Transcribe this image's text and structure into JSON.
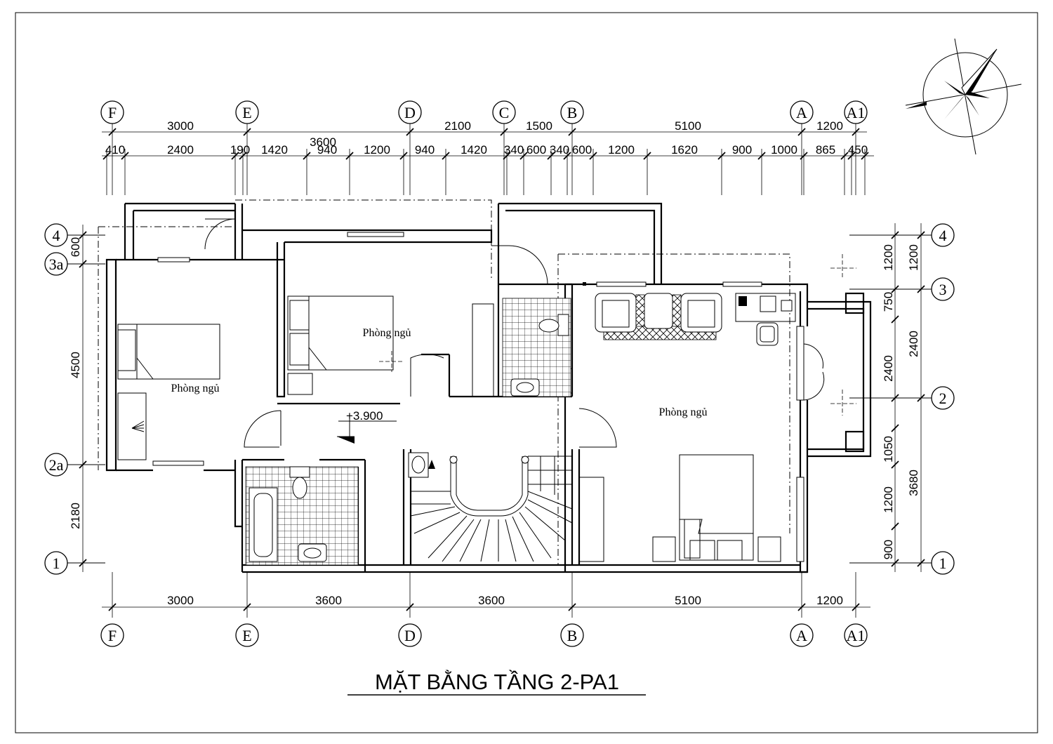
{
  "title": "MẶT BẰNG TẦNG 2-PA1",
  "grid_top": [
    "F",
    "E",
    "D",
    "C",
    "B",
    "A",
    "A1"
  ],
  "grid_bottom": [
    "F",
    "E",
    "D",
    "B",
    "A",
    "A1"
  ],
  "grid_left": [
    "4",
    "3a",
    "2a",
    "1"
  ],
  "grid_right": [
    "4",
    "3",
    "2",
    "1"
  ],
  "dims_top_major": [
    "3000",
    "3600",
    "2100",
    "1500",
    "5100",
    "1200"
  ],
  "dims_top_detail": [
    "410",
    "2400",
    "190",
    "1420",
    "940",
    "1200",
    "940",
    "1420",
    "340",
    "600",
    "340",
    "600",
    "1200",
    "1620",
    "900",
    "1000",
    "865",
    "450"
  ],
  "dims_bottom": [
    "3000",
    "3600",
    "3600",
    "5100",
    "1200"
  ],
  "dims_left": [
    "600",
    "4500",
    "2180"
  ],
  "dims_right_inner": [
    "1200",
    "750",
    "2400",
    "1050",
    "1200",
    "900"
  ],
  "dims_right_outer": [
    "1200",
    "2400",
    "3680"
  ],
  "rooms": {
    "bedroom_left": "Phòng ngủ",
    "bedroom_middle": "Phòng ngủ",
    "bedroom_right": "Phòng ngủ"
  },
  "level": "+3.900"
}
